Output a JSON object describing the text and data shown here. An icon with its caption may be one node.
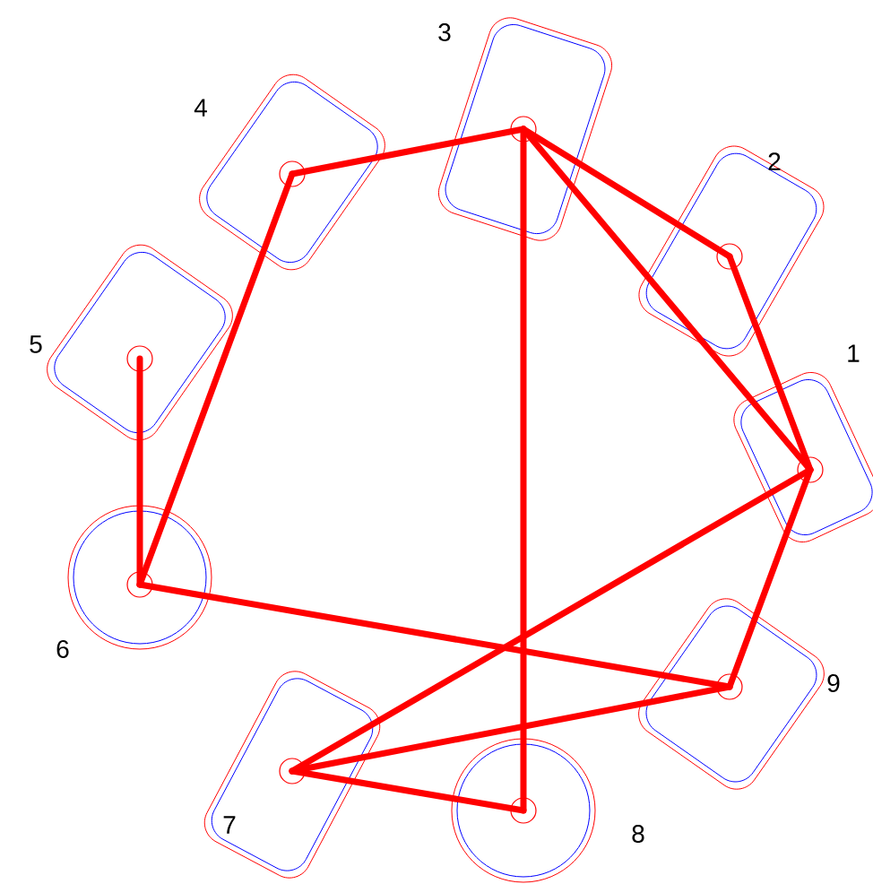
{
  "diagram": {
    "nodes": [
      {
        "text": [],
        "shape": "circle",
        "beside": [
          "1"
        ]
      },
      {
        "text": [],
        "shape": "circle",
        "beside": [
          "2"
        ]
      },
      {
        "text": [],
        "shape": "circle",
        "beside": [
          "3"
        ]
      },
      {
        "text": [],
        "shape": "circle",
        "beside": [
          "4"
        ]
      },
      {
        "text": [],
        "shape": "circle",
        "beside": [
          "5"
        ]
      },
      {
        "text": [],
        "shape": "circle",
        "beside": [
          "6"
        ]
      },
      {
        "text": [],
        "shape": "circle",
        "beside": [
          "7"
        ]
      },
      {
        "text": [],
        "shape": "circle",
        "beside": [
          "8"
        ]
      },
      {
        "text": [],
        "shape": "circle",
        "beside": [
          "9"
        ]
      }
    ],
    "edges": [
      {
        "from": 4,
        "to": 5,
        "arrow": "none"
      },
      {
        "from": 5,
        "to": 3,
        "arrow": "none"
      },
      {
        "from": 3,
        "to": 2,
        "arrow": "none"
      },
      {
        "from": 2,
        "to": 7,
        "arrow": "none"
      },
      {
        "from": 2,
        "to": 1,
        "arrow": "none"
      },
      {
        "from": 1,
        "to": 0,
        "arrow": "none"
      },
      {
        "from": 2,
        "to": 0,
        "arrow": "none"
      },
      {
        "from": 0,
        "to": 8,
        "arrow": "none"
      },
      {
        "from": 8,
        "to": 6,
        "arrow": "none"
      },
      {
        "from": 6,
        "to": 7,
        "arrow": "none"
      },
      {
        "from": 6,
        "to": 0,
        "arrow": "none"
      },
      {
        "from": 5,
        "to": 8,
        "arrow": "none"
      }
    ]
  }
}
